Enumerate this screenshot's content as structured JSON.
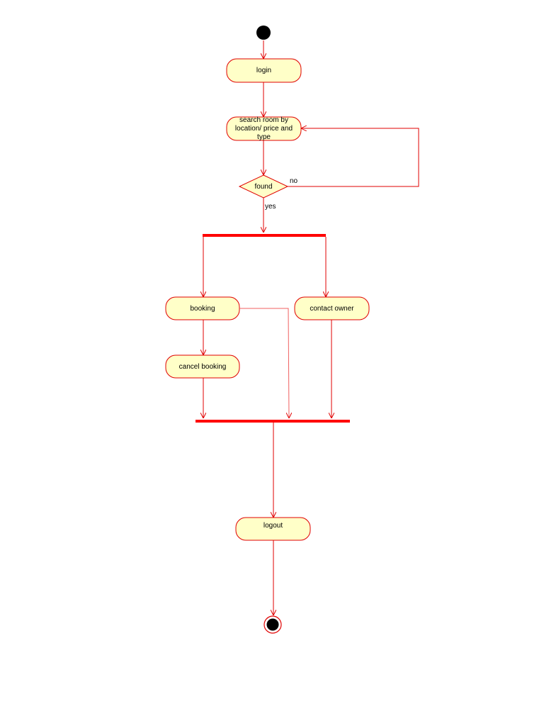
{
  "diagram": {
    "type": "uml-activity",
    "colors": {
      "line": "#e00000",
      "node_fill": "#ffffc8",
      "bar": "#ff0000",
      "start": "#000000"
    },
    "nodes": {
      "login": "login",
      "search": [
        "search room by",
        "location/ price and",
        "type"
      ],
      "found": "found",
      "booking": "booking",
      "contact_owner": "contact owner",
      "cancel_booking": "cancel booking",
      "logout": "logout"
    },
    "edges": {
      "no": "no",
      "yes": "yes"
    }
  }
}
